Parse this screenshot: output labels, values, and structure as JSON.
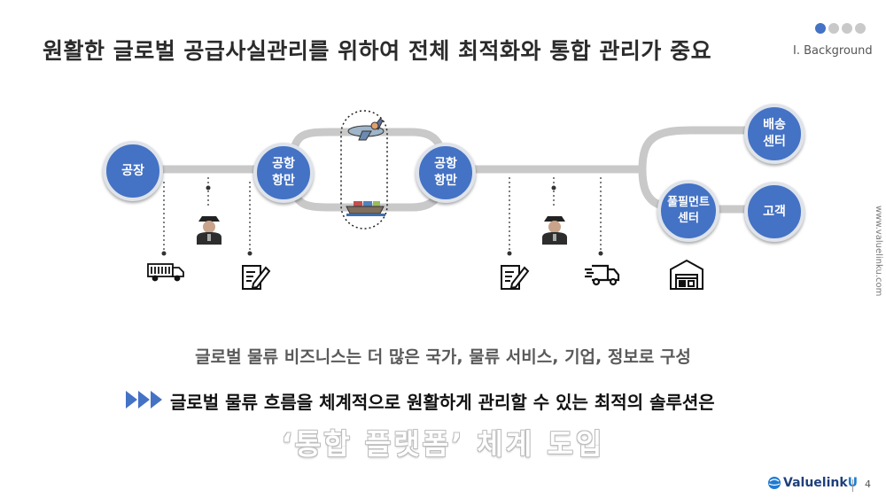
{
  "header": {
    "title": "원활한 글로벌 공급사실관리를 위하여 전체 최적화와 통합 관리가 중요",
    "section": "I.  Background",
    "side_text": "www.valuelinku.com"
  },
  "nodes": {
    "factory": "공장",
    "port1": "공항\n항만",
    "port2": "공항\n항만",
    "delivery": "배송\n센터",
    "fulfillment": "풀필먼트\n센터",
    "customer": "고객"
  },
  "icons": [
    "airplane-icon",
    "ship-icon",
    "truck-icon",
    "customs-officer-icon",
    "document-icon",
    "delivery-truck-icon",
    "warehouse-icon"
  ],
  "colors": {
    "accent": "#4472c4",
    "path": "#c8c8c8"
  },
  "body": {
    "subtitle": "글로벌 물류 비즈니스는 더 많은 국가, 물류 서비스, 기업, 정보로 구성",
    "main": "글로벌 물류 흐름을 체계적으로 원활하게 관리할 수 있는 최적의 솔루션은",
    "highlight": "‘통합 플랫폼’ 체계 도입"
  },
  "footer": {
    "logo_main": "Valuelink",
    "logo_u": "U",
    "page": "4"
  }
}
